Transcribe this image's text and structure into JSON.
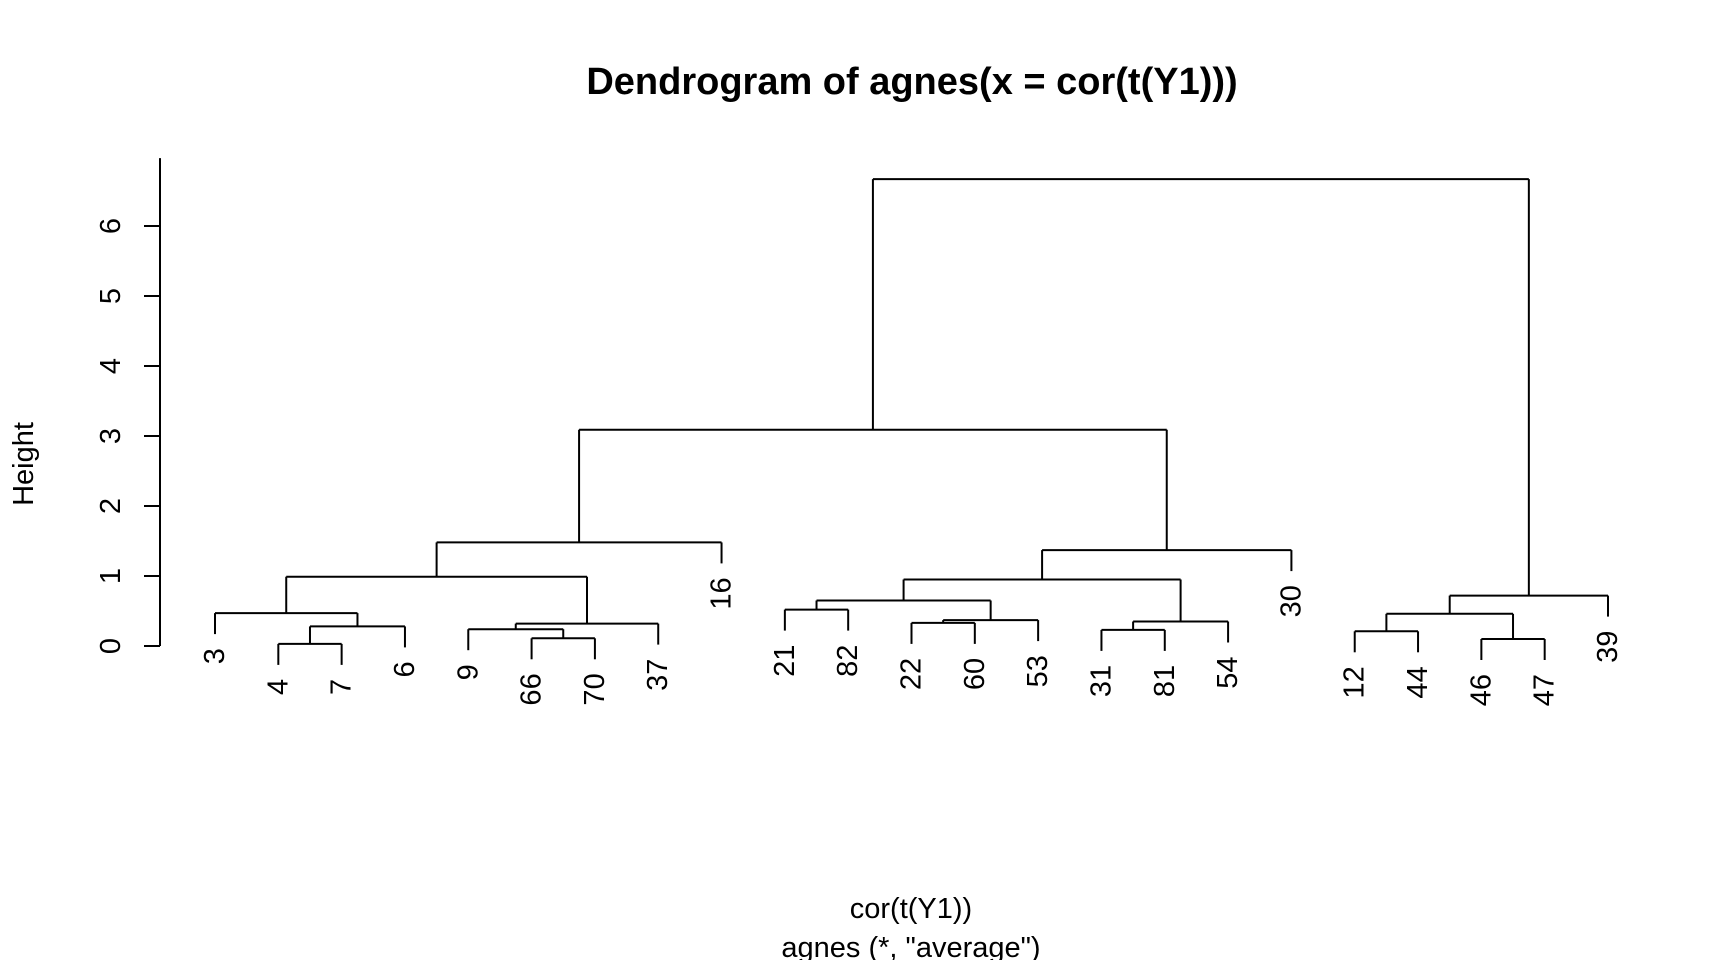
{
  "chart_data": {
    "type": "dendrogram",
    "title": "Dendrogram of  agnes(x = cor(t(Y1)))",
    "ylabel": "Height",
    "xlabel": "cor(t(Y1))",
    "sublabel": "agnes (*, \"average\")",
    "ylim": [
      0,
      7
    ],
    "yticks": [
      0,
      1,
      2,
      3,
      4,
      5,
      6
    ],
    "ytick_labels": [
      "0",
      "1",
      "2",
      "3",
      "4",
      "5",
      "6"
    ],
    "leaves": [
      "3",
      "4",
      "7",
      "6",
      "9",
      "66",
      "70",
      "37",
      "16",
      "21",
      "82",
      "22",
      "60",
      "53",
      "31",
      "81",
      "54",
      "30",
      "12",
      "44",
      "46",
      "47",
      "39"
    ],
    "merges": [
      {
        "id": "m1",
        "left": "4",
        "right": "7",
        "height": 0.03
      },
      {
        "id": "m2",
        "left": "m1",
        "right": "6",
        "height": 0.28
      },
      {
        "id": "m3",
        "left": "3",
        "right": "m2",
        "height": 0.47
      },
      {
        "id": "m4",
        "left": "66",
        "right": "70",
        "height": 0.11
      },
      {
        "id": "m5",
        "left": "9",
        "right": "m4",
        "height": 0.24
      },
      {
        "id": "m6",
        "left": "m5",
        "right": "37",
        "height": 0.32
      },
      {
        "id": "m7",
        "left": "m3",
        "right": "m6",
        "height": 0.99
      },
      {
        "id": "m8",
        "left": "m7",
        "right": "16",
        "height": 1.48
      },
      {
        "id": "m9",
        "left": "21",
        "right": "82",
        "height": 0.52
      },
      {
        "id": "m10",
        "left": "22",
        "right": "60",
        "height": 0.33
      },
      {
        "id": "m11",
        "left": "m10",
        "right": "53",
        "height": 0.37
      },
      {
        "id": "m12",
        "left": "m9",
        "right": "m11",
        "height": 0.65
      },
      {
        "id": "m13",
        "left": "31",
        "right": "81",
        "height": 0.23
      },
      {
        "id": "m14",
        "left": "m13",
        "right": "54",
        "height": 0.35
      },
      {
        "id": "m15",
        "left": "m12",
        "right": "m14",
        "height": 0.95
      },
      {
        "id": "m16",
        "left": "m15",
        "right": "30",
        "height": 1.37
      },
      {
        "id": "m17",
        "left": "m8",
        "right": "m16",
        "height": 3.09
      },
      {
        "id": "m18",
        "left": "12",
        "right": "44",
        "height": 0.21
      },
      {
        "id": "m19",
        "left": "46",
        "right": "47",
        "height": 0.1
      },
      {
        "id": "m20",
        "left": "m18",
        "right": "m19",
        "height": 0.46
      },
      {
        "id": "m21",
        "left": "m20",
        "right": "39",
        "height": 0.72
      },
      {
        "id": "m22",
        "left": "m17",
        "right": "m21",
        "height": 6.67
      }
    ]
  }
}
